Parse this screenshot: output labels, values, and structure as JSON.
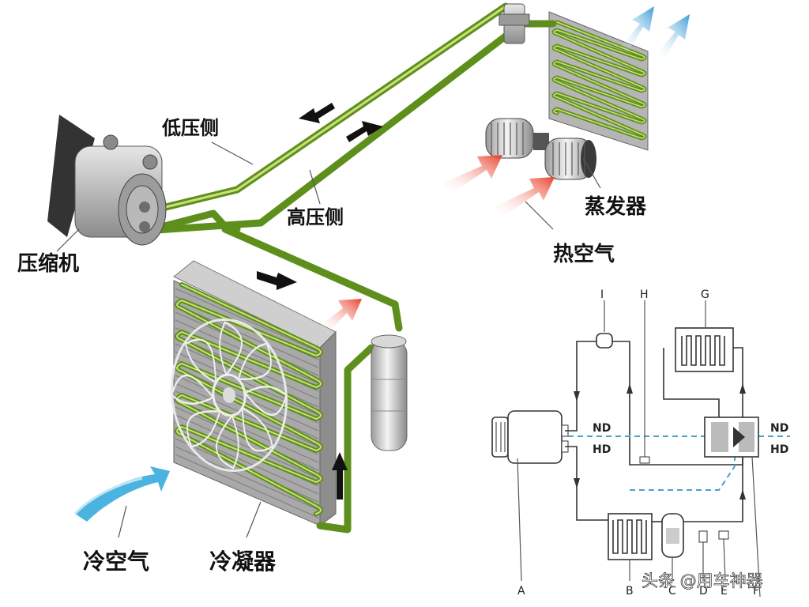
{
  "labels": {
    "low_side": "低压侧",
    "high_side": "高压侧",
    "evaporator": "蒸发器",
    "hot_air": "热空气",
    "compressor": "压缩机",
    "cold_air": "冷空气",
    "condenser": "冷凝器"
  },
  "schematic": {
    "nd_left": "ND",
    "hd_left": "HD",
    "nd_right": "ND",
    "hd_right": "HD",
    "letters": {
      "I": "I",
      "H": "H",
      "G": "G",
      "A": "A",
      "B": "B",
      "C": "C",
      "D": "D",
      "E": "E",
      "F": "F"
    }
  },
  "watermark": "头条 @用车神器",
  "colors": {
    "pipe": "#5e8f1c",
    "pipe_highlight": "#c9e07a",
    "cold_flow": "#4ab3e0",
    "hot_flow": "#e8402a",
    "dashed_line": "#4aa3c8"
  }
}
